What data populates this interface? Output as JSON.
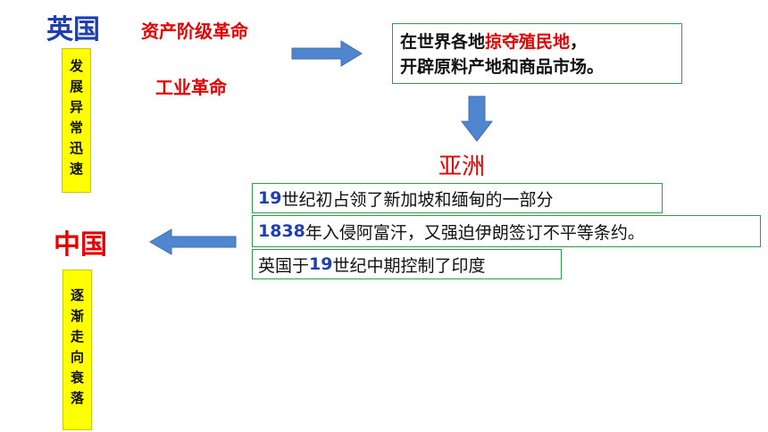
{
  "britain": {
    "label": "英国",
    "vertical_text": "发展异常迅速"
  },
  "revolutions": {
    "bourgeois": "资产阶级革命",
    "industrial": "工业革命"
  },
  "goal_box": {
    "prefix": "在世界各地",
    "highlight": "掠夺殖民地",
    "suffix": "，",
    "line2": "开辟原料产地和商品市场。"
  },
  "asia": {
    "label": "亚洲"
  },
  "events": [
    {
      "num": "19",
      "text": "世纪初占领了新加坡和缅甸的一部分"
    },
    {
      "num": "1838",
      "text": "年入侵阿富汗，又强迫伊朗签订不平等条约。"
    },
    {
      "pre": "英国于",
      "num": "19",
      "text": "世纪中期控制了印度"
    }
  ],
  "china": {
    "label": "中国",
    "vertical_text": "逐渐走向衰落"
  },
  "colors": {
    "britain_blue": "#1f3fb0",
    "red": "#e60000",
    "box_border": "#2e9e4a",
    "arrow_blue": "#4f86cf",
    "vertical_box_bg": "#ffff00"
  }
}
